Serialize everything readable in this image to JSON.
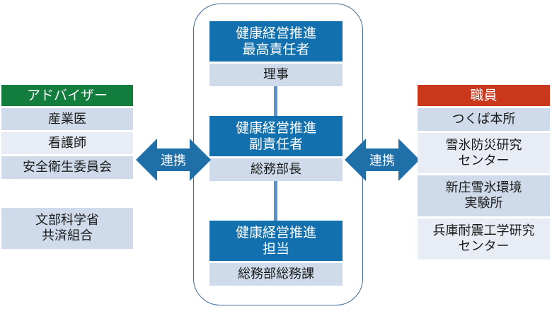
{
  "left": {
    "header": "アドバイザー",
    "items": [
      "産業医",
      "看護師",
      "安全衛生委員会"
    ],
    "extra": "文部科学省\n共済組合"
  },
  "center": {
    "roles": [
      {
        "title": "健康経営推進\n最高責任者",
        "holder": "理事"
      },
      {
        "title": "健康経営推進\n副責任者",
        "holder": "総務部長"
      },
      {
        "title": "健康経営推進\n担当",
        "holder": "総務部総務課"
      }
    ]
  },
  "arrows": {
    "left_label": "連携",
    "right_label": "連携"
  },
  "right": {
    "header": "職員",
    "items": [
      "つくば本所",
      "雪氷防災研究\nセンター",
      "新庄雪氷環境\n実験所",
      "兵庫耐震工学研究\nセンター"
    ]
  },
  "colors": {
    "advisor_header": "#137d3d",
    "staff_header": "#c9381a",
    "role_blue": "#1170ad",
    "arrow_blue": "#1f6fa8"
  }
}
